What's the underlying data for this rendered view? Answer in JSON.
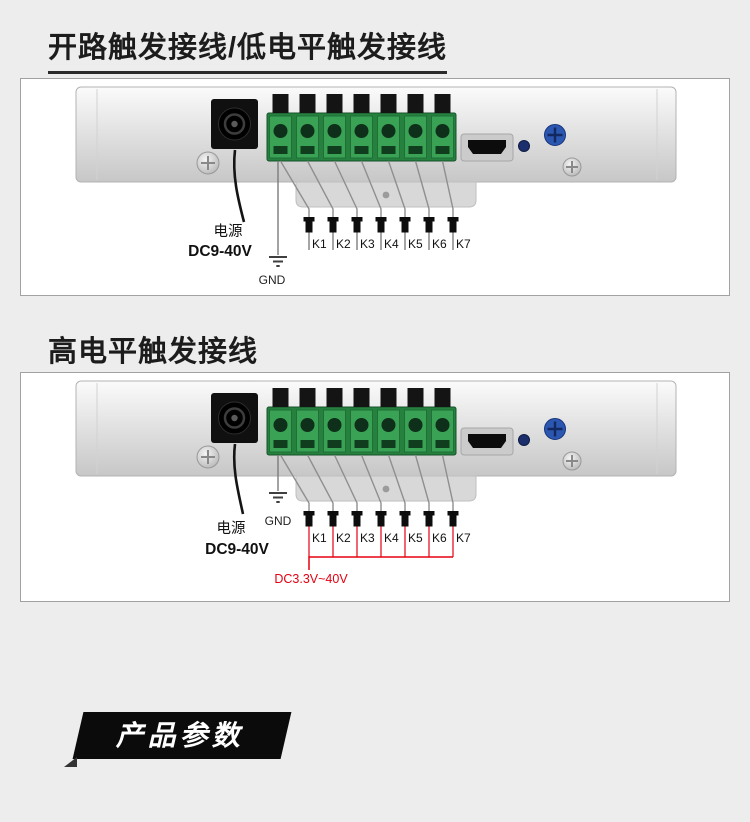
{
  "sections": {
    "low_level": {
      "title": "开路触发接线/低电平触发接线",
      "power_label": "电源",
      "power_voltage": "DC9-40V",
      "ground_label": "GND",
      "channels": [
        "K1",
        "K2",
        "K3",
        "K4",
        "K5",
        "K6",
        "K7"
      ]
    },
    "high_level": {
      "title": "高电平触发接线",
      "power_label": "电源",
      "power_voltage": "DC9-40V",
      "ground_label": "GND",
      "channels": [
        "K1",
        "K2",
        "K3",
        "K4",
        "K5",
        "K6",
        "K7"
      ],
      "trigger_voltage": "DC3.3V~40V"
    }
  },
  "footer": {
    "banner_label": "产品参数"
  },
  "colors": {
    "accent_red": "#e60012",
    "terminal_green": "#26813f",
    "screw_blue": "#2b57b0",
    "page_bg": "#ededed"
  }
}
